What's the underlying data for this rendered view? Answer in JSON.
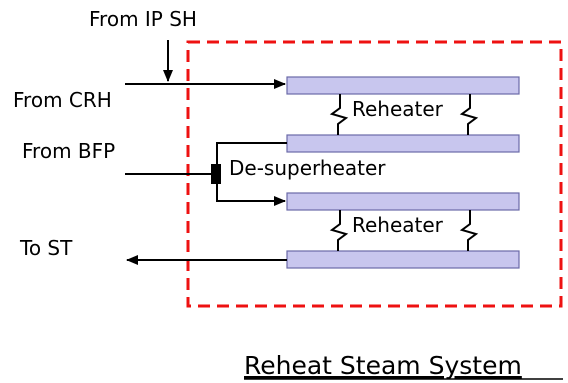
{
  "labels": {
    "from_ip_sh": "From IP SH",
    "from_crh": "From CRH",
    "from_bfp": "From BFP",
    "to_st": "To ST",
    "reheater_upper": "Reheater",
    "reheater_lower": "Reheater",
    "desuperheater": "De-superheater",
    "title": "Reheat Steam System"
  },
  "colors": {
    "boundary": "#ee1111",
    "tube_fill": "#c8c6ee",
    "tube_stroke": "#6a6aa8",
    "line": "#000000"
  }
}
